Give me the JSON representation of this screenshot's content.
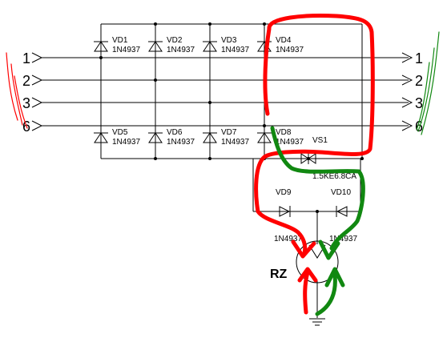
{
  "inputs": [
    "1",
    "2",
    "3",
    "6"
  ],
  "outputs": [
    "1",
    "2",
    "3",
    "6"
  ],
  "diodes_top": [
    {
      "ref": "VD1",
      "part": "1N4937"
    },
    {
      "ref": "VD2",
      "part": "1N4937"
    },
    {
      "ref": "VD3",
      "part": "1N4937"
    },
    {
      "ref": "VD4",
      "part": "1N4937"
    }
  ],
  "diodes_bottom": [
    {
      "ref": "VD5",
      "part": "1N4937"
    },
    {
      "ref": "VD6",
      "part": "1N4937"
    },
    {
      "ref": "VD7",
      "part": "1N4937"
    },
    {
      "ref": "VD8",
      "part": "1N4937"
    }
  ],
  "tvs": {
    "ref": "VS1",
    "part": "1.5KE6.8CA"
  },
  "vd9": {
    "ref": "VD9",
    "part": "1N4937"
  },
  "vd10": {
    "ref": "VD10",
    "part": "1N4937"
  },
  "rz": {
    "label": "RZ"
  },
  "colors": {
    "wire": "#000000",
    "red": "#ff0000",
    "green": "#118811"
  }
}
